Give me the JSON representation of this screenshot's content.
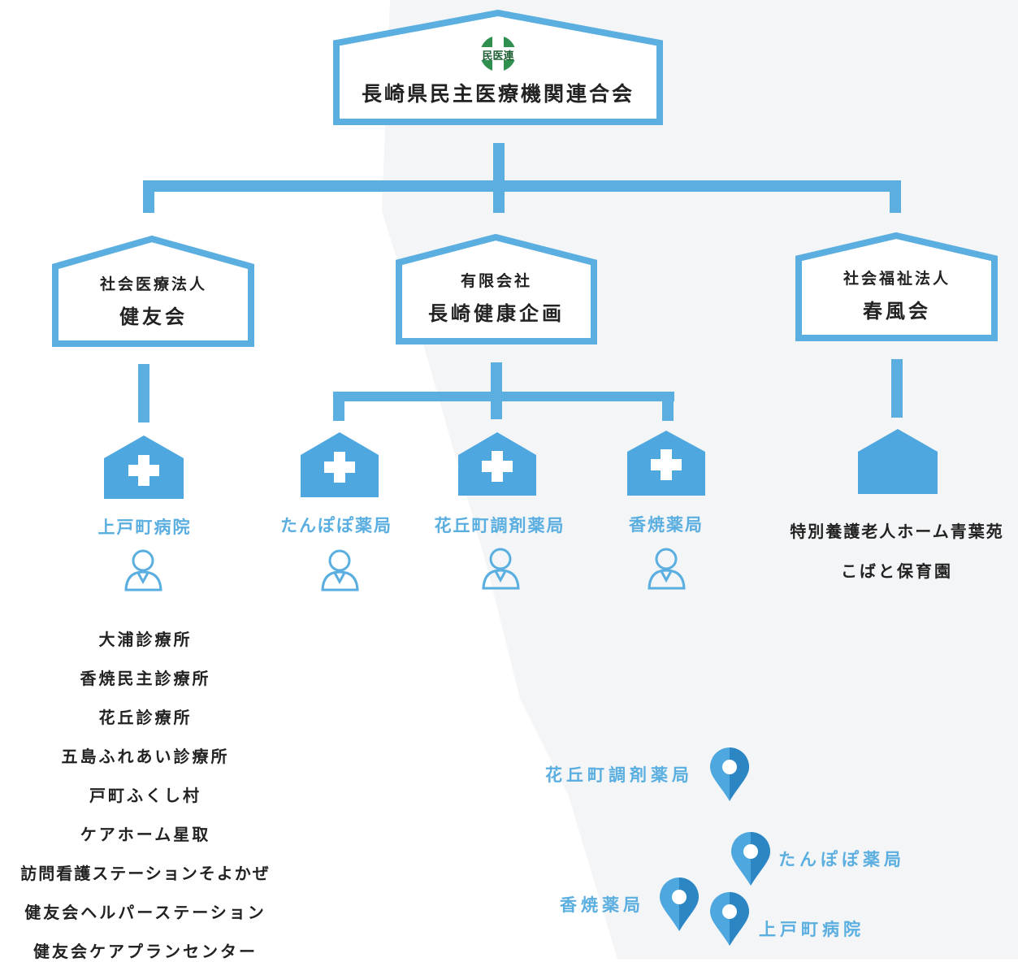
{
  "root": {
    "logo_text": "民医連",
    "title": "長崎県民主医療機関連合会"
  },
  "orgs": [
    {
      "sub": "社会医療法人",
      "name": "健友会"
    },
    {
      "sub": "有限会社",
      "name": "長崎健康企画"
    },
    {
      "sub": "社会福祉法人",
      "name": "春風会"
    }
  ],
  "facilities": [
    {
      "name": "上戸町病院"
    },
    {
      "name": "たんぽぽ薬局"
    },
    {
      "name": "花丘町調剤薬局"
    },
    {
      "name": "香焼薬局"
    }
  ],
  "welfare": {
    "items": [
      "特別養護老人ホーム青葉苑",
      "こばと保育園"
    ]
  },
  "kenyukai_list": [
    "大浦診療所",
    "香焼民主診療所",
    "花丘診療所",
    "五島ふれあい診療所",
    "戸町ふくし村",
    "ケアホーム星取",
    "訪問看護ステーションそよかぜ",
    "健友会ヘルパーステーション",
    "健友会ケアプランセンター"
  ],
  "map": {
    "labels": [
      "花丘町調剤薬局",
      "たんぽぽ薬局",
      "香焼薬局",
      "上戸町病院"
    ]
  },
  "colors": {
    "accent": "#5aaee0",
    "building": "#4ea7de",
    "logo_green": "#2f8f4e",
    "text": "#222222"
  }
}
